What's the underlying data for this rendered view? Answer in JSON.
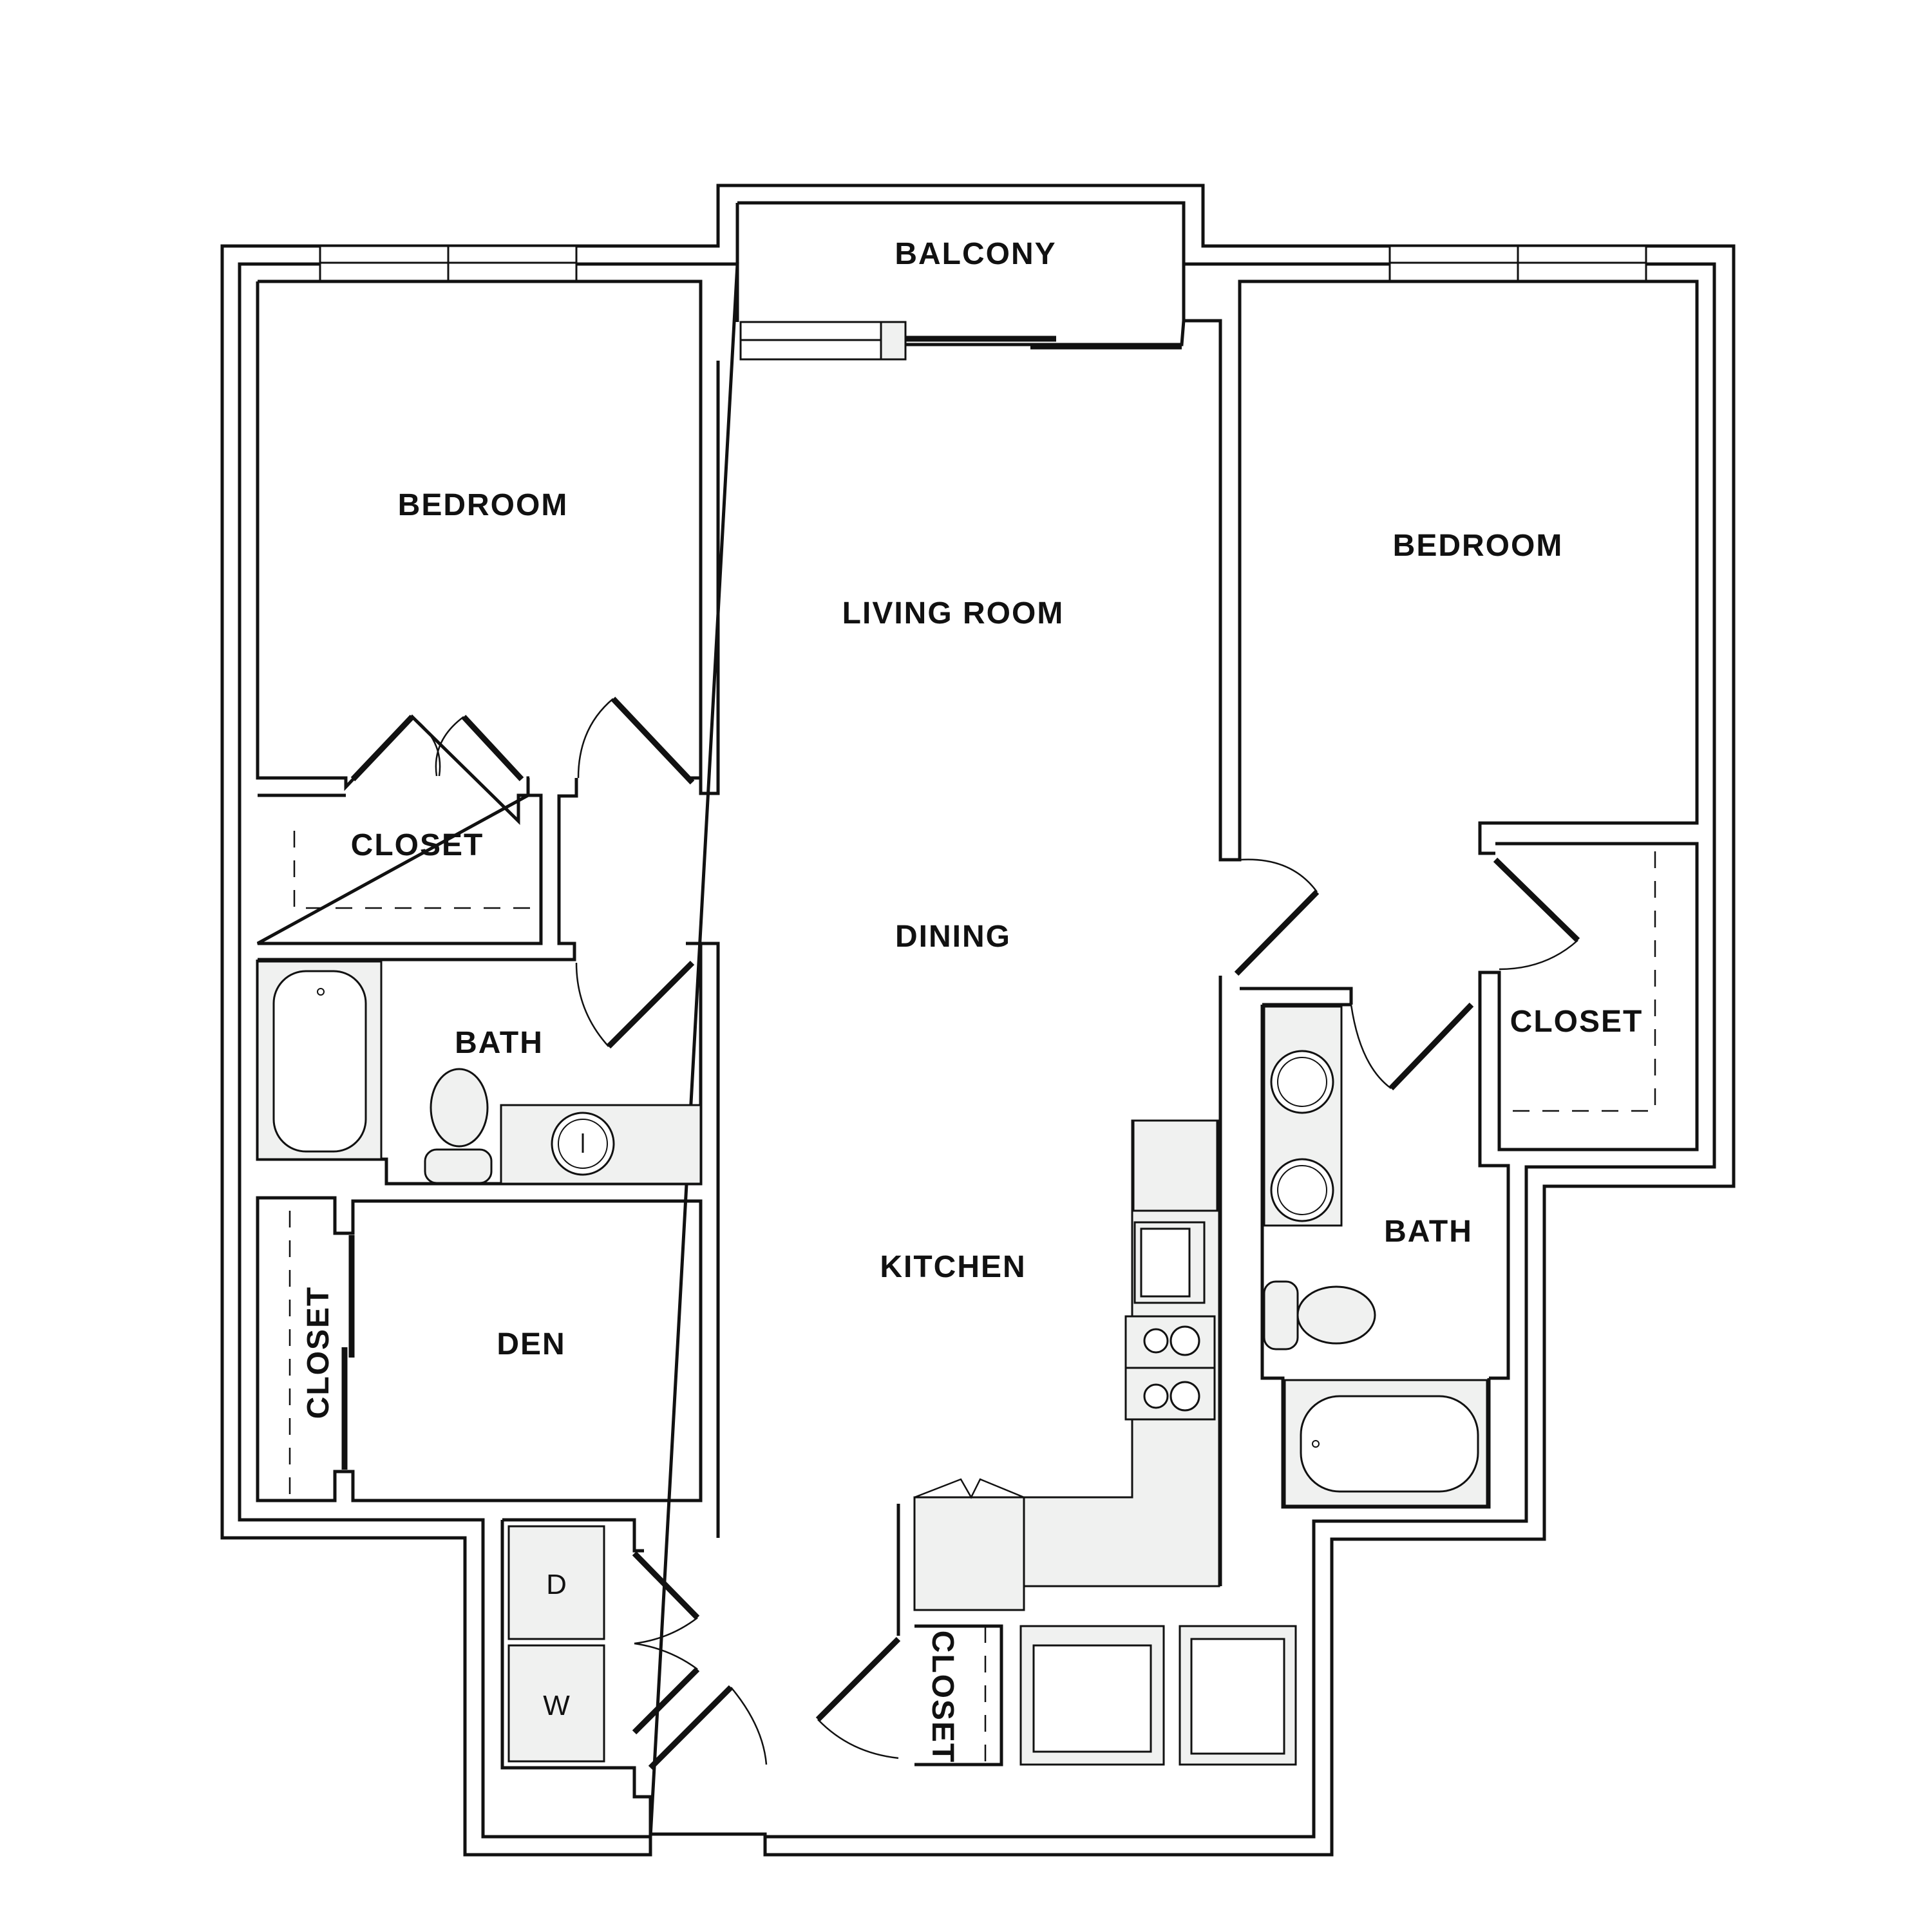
{
  "rooms": {
    "balcony": "BALCONY",
    "bedroom_left": "BEDROOM",
    "living_room": "LIVING ROOM",
    "bedroom_right": "BEDROOM",
    "closet_left": "CLOSET",
    "dining": "DINING",
    "closet_right": "CLOSET",
    "bath_left": "BATH",
    "bath_right": "BATH",
    "kitchen": "KITCHEN",
    "closet_den": "CLOSET",
    "den": "DEN",
    "closet_entry": "CLOSET"
  },
  "appliances": {
    "dryer": "D",
    "washer": "W"
  }
}
